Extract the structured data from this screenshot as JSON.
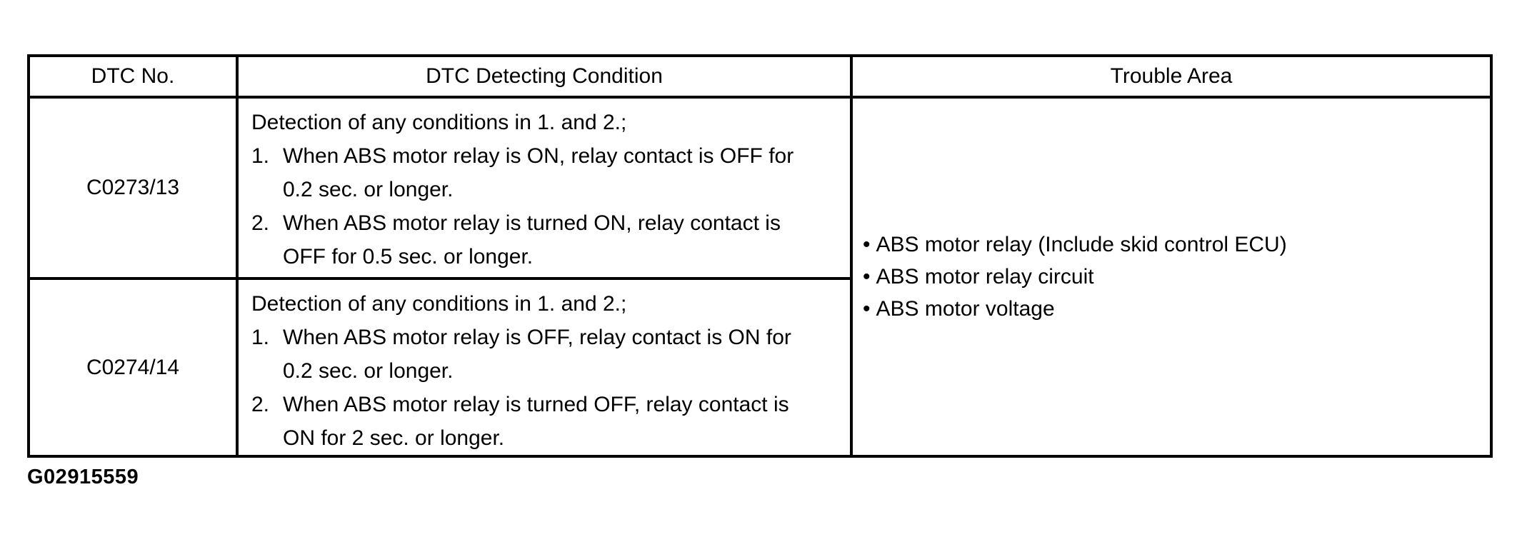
{
  "document": {
    "figure_id": "G02915559"
  },
  "table": {
    "headers": [
      "DTC No.",
      "DTC Detecting Condition",
      "Trouble Area"
    ],
    "rows": [
      {
        "dtc_no": "C0273/13",
        "intro": "Detection of any conditions in 1. and 2.;",
        "items": [
          {
            "num": "1.",
            "text": "When ABS motor relay is ON, relay contact is OFF for 0.2 sec. or longer."
          },
          {
            "num": "2.",
            "text": "When ABS motor relay is turned ON, relay contact is OFF for 0.5 sec. or longer."
          }
        ]
      },
      {
        "dtc_no": "C0274/14",
        "intro": "Detection of any conditions in 1. and 2.;",
        "items": [
          {
            "num": "1.",
            "text": "When ABS motor relay is OFF, relay contact is ON for 0.2 sec. or longer."
          },
          {
            "num": "2.",
            "text": "When ABS motor relay is turned OFF, relay contact is ON for 2 sec. or longer."
          }
        ]
      }
    ],
    "trouble_area": [
      "ABS motor relay (Include skid control ECU)",
      "ABS motor relay circuit",
      "ABS motor voltage"
    ]
  }
}
